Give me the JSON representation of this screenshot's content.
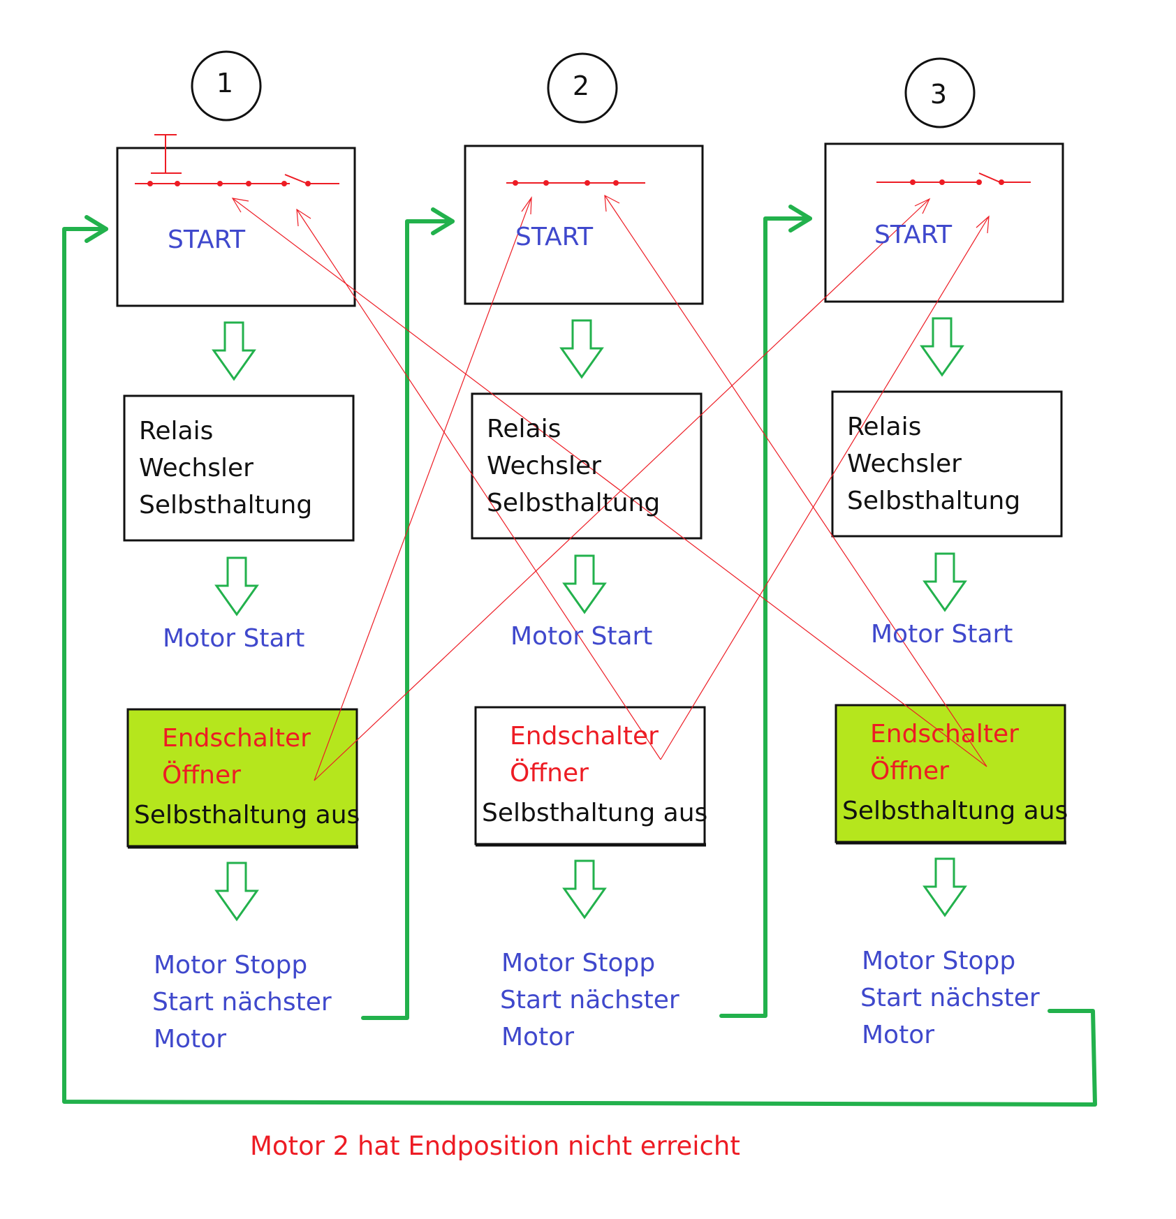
{
  "colors": {
    "blue_text": "#3f48cc",
    "red": "#ed1c24",
    "green": "#22b14c",
    "highlight": "#b5e61d",
    "black": "#111111"
  },
  "columns": [
    {
      "number": "1",
      "start_label": "START",
      "relay_lines": [
        "Relais",
        "Wechsler",
        "Selbsthaltung"
      ],
      "motor_start": "Motor Start",
      "endschalter": "Endschalter",
      "oeffner": "Öffner",
      "selbsthaltung_aus": "Selbsthaltung aus",
      "endschalter_highlighted": true,
      "stop_lines": [
        "Motor Stopp",
        "Start nächster",
        "Motor"
      ]
    },
    {
      "number": "2",
      "start_label": "START",
      "relay_lines": [
        "Relais",
        "Wechsler",
        "Selbsthaltung"
      ],
      "motor_start": "Motor Start",
      "endschalter": "Endschalter",
      "oeffner": "Öffner",
      "selbsthaltung_aus": "Selbsthaltung aus",
      "endschalter_highlighted": false,
      "stop_lines": [
        "Motor Stopp",
        "Start nächster",
        "Motor"
      ]
    },
    {
      "number": "3",
      "start_label": "START",
      "relay_lines": [
        "Relais",
        "Wechsler",
        "Selbsthaltung"
      ],
      "motor_start": "Motor Start",
      "endschalter": "Endschalter",
      "oeffner": "Öffner",
      "selbsthaltung_aus": "Selbsthaltung aus",
      "endschalter_highlighted": true,
      "stop_lines": [
        "Motor Stopp",
        "Start nächster",
        "Motor"
      ]
    }
  ],
  "caption": "Motor 2 hat Endposition nicht erreicht"
}
